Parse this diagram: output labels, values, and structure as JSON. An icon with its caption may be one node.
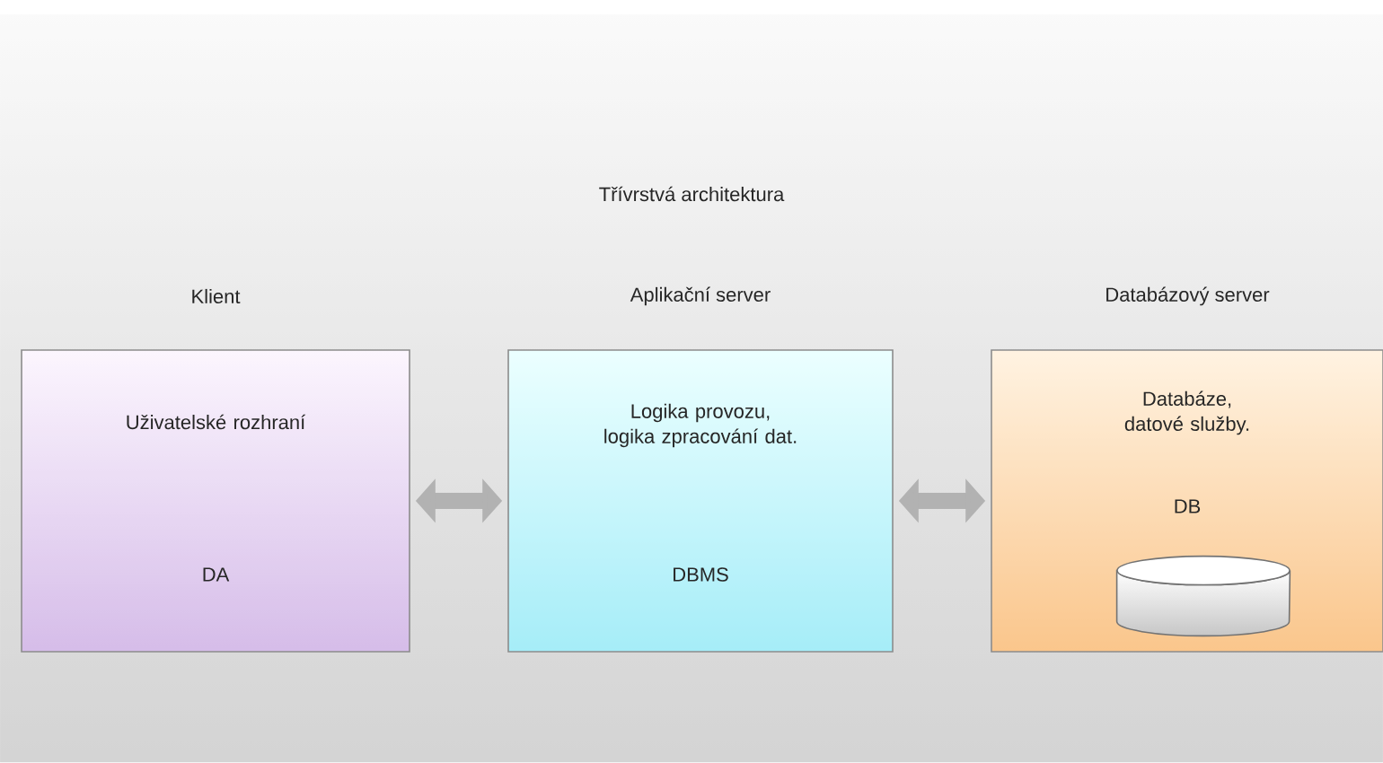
{
  "diagram": {
    "title": "Třívrstvá architektura",
    "nodes": [
      {
        "text": [
          "Klient",
          "Uživatelské rozhraní",
          "DA"
        ]
      },
      {
        "text": [
          "Aplikační server",
          "Logika provozu, logika zpracování dat.",
          "DBMS"
        ]
      },
      {
        "text": [
          "Databázový server",
          "Databáze, datové služby.",
          "DB"
        ]
      },
      {
        "text": [],
        "shape": "cylinder",
        "in": 2
      }
    ],
    "edges": [
      {
        "from": 0,
        "to": 1,
        "arrow": "both"
      },
      {
        "from": 1,
        "to": 2,
        "arrow": "both"
      }
    ]
  }
}
